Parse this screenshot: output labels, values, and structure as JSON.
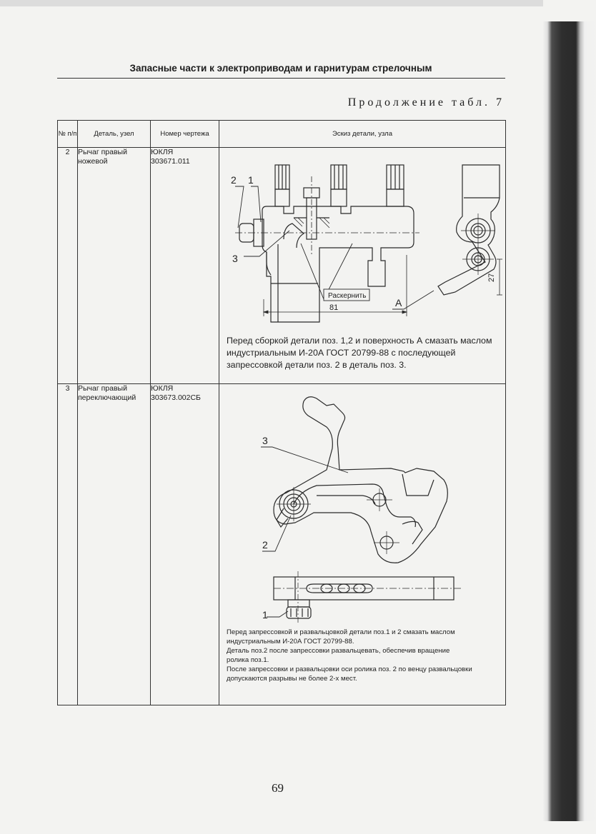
{
  "header": {
    "title": "Запасные части к электроприводам и гарнитурам стрелочным"
  },
  "continuation": "Продолжение табл. 7",
  "table": {
    "columns": {
      "num": "№ п/п",
      "detail": "Деталь, узел",
      "drawing": "Номер чертежа",
      "sketch": "Эскиз детали, узла"
    },
    "rows": [
      {
        "num": "2",
        "detail": [
          "Рычаг правый",
          "ножевой"
        ],
        "drawing": [
          "ЮКЛЯ",
          "303671.011"
        ],
        "sketch_labels": {
          "pos2": "2",
          "pos1": "1",
          "pos3": "3",
          "callout": "Раскернить",
          "dim_width": "81",
          "dim_height": "27",
          "surface": "A"
        },
        "note": [
          "Перед сборкой детали поз. 1,2 и поверхность А смазать маслом",
          "индустриальным И-20А ГОСТ 20799-88 с последующей",
          "запрессовкой детали поз. 2 в деталь поз. 3."
        ]
      },
      {
        "num": "3",
        "detail": [
          "Рычаг правый",
          "переключающий"
        ],
        "drawing": [
          "ЮКЛЯ",
          "303673.002СБ"
        ],
        "sketch_labels": {
          "pos3": "3",
          "pos2": "2",
          "pos1": "1"
        },
        "note": [
          "Перед запрессовкой и развальцовкой детали поз.1 и 2 смазать маслом",
          "индустриальным И-20А ГОСТ 20799-88.",
          "Деталь поз.2 после запрессовки развальцевать, обеспечив вращение",
          "ролика поз.1.",
          "После запрессовки и развальцовки оси ролика поз. 2 по венцу развальцовки",
          "допускаются разрывы не более 2-х мест."
        ]
      }
    ]
  },
  "page_number": "69"
}
